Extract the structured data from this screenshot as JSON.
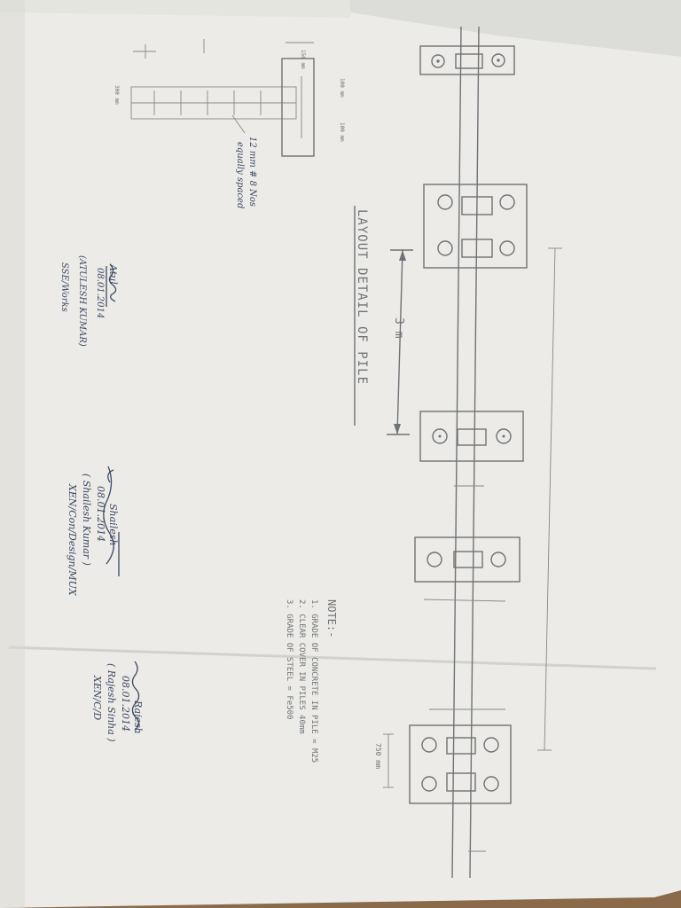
{
  "sheet": {
    "title": "LAYOUT DETAIL OF PILE",
    "span_dimension": "3 m",
    "pile_gap_dimension": "750 mm",
    "pile_dia_dimension": "300 mm",
    "cap_depth_dimension": "150 mm",
    "cover_dimension": "100 mm",
    "bar_note": "12 mm # 8 Nos",
    "bar_note_2": "equally spaced",
    "note": {
      "heading": "NOTE:-",
      "lines": [
        "1. GRADE OF CONCRETE IN PILE = M25",
        "2. CLEAR COVER IN PILES 40mm",
        "3. GRADE OF STEEL = Fe500"
      ]
    }
  },
  "signatures": [
    {
      "mark": "Atul",
      "date": "08.01.2014",
      "name": "(ATULESH KUMAR)",
      "role": "SSE/Works"
    },
    {
      "mark": "Shailesh",
      "date": "08.01.2014",
      "name": "( Shailesh Kumar )",
      "role": "XEN/Con/Design/MUX"
    },
    {
      "mark": "Rajesh",
      "date": "08.01.2014",
      "name": "( Rajesh Sinha )",
      "role": "XEN/C/D"
    }
  ],
  "colors": {
    "paper": "#ecebe7",
    "table": "#8a6a48",
    "pencil": "#6f7274",
    "pen": "#3b4763"
  }
}
